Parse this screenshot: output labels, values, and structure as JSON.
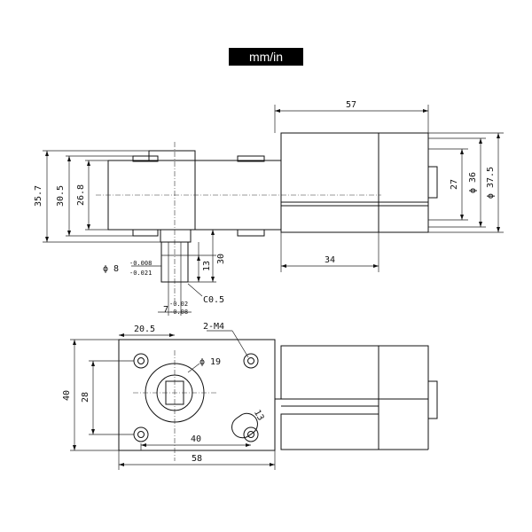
{
  "unit_label": "mm/in",
  "side_view": {
    "motor_length": "57",
    "height_outer": "35.7",
    "height_mid": "30.5",
    "height_inner": "26.8",
    "shaft_tol_upper": "-0.008",
    "shaft_dia": "ϕ 8",
    "shaft_tol_lower": "-0.021",
    "shaft_len_short": "13",
    "shaft_len_long": "30",
    "chamfer": "C0.5",
    "flat_upper": "-0.02",
    "flat_size": "7",
    "flat_lower": "-0.08",
    "gearbox_to_motor": "34",
    "terminal_width": "27",
    "motor_dia": "ϕ 36",
    "motor_can_dia": "ϕ 37.5"
  },
  "top_view": {
    "hole_offset": "20.5",
    "mount_thread": "2-M4",
    "bore_dia": "ϕ 19",
    "plate_height": "40",
    "hole_spacing_v": "28",
    "slot_width": "13",
    "hole_spacing_h": "40",
    "plate_width": "58"
  }
}
